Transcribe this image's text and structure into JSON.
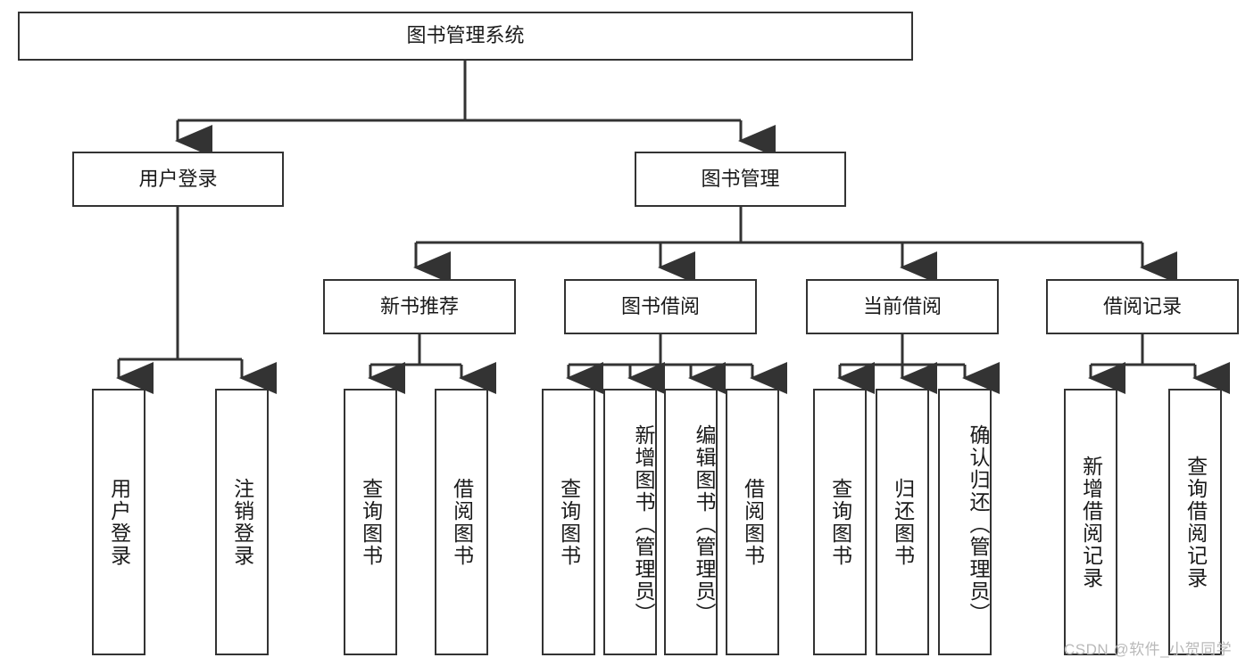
{
  "diagram": {
    "title": "图书管理系统",
    "type": "tree-hierarchy-chart",
    "levels": {
      "root": {
        "label": "图书管理系统"
      },
      "level2": [
        {
          "label": "用户登录"
        },
        {
          "label": "图书管理"
        }
      ],
      "level3": [
        {
          "label": "新书推荐"
        },
        {
          "label": "图书借阅"
        },
        {
          "label": "当前借阅"
        },
        {
          "label": "借阅记录"
        }
      ],
      "leaves": [
        {
          "label": "用户登录",
          "parent": "用户登录"
        },
        {
          "label": "注销登录",
          "parent": "用户登录"
        },
        {
          "label": "查询图书",
          "parent": "新书推荐"
        },
        {
          "label": "借阅图书",
          "parent": "新书推荐"
        },
        {
          "label": "查询图书",
          "parent": "图书借阅"
        },
        {
          "label": "新增图书（管理员）",
          "parent": "图书借阅"
        },
        {
          "label": "编辑图书（管理员）",
          "parent": "图书借阅"
        },
        {
          "label": "借阅图书",
          "parent": "图书借阅"
        },
        {
          "label": "查询图书",
          "parent": "当前借阅"
        },
        {
          "label": "归还图书",
          "parent": "当前借阅"
        },
        {
          "label": "确认归还（管理员）",
          "parent": "当前借阅"
        },
        {
          "label": "新增借阅记录",
          "parent": "借阅记录"
        },
        {
          "label": "查询借阅记录",
          "parent": "借阅记录"
        }
      ]
    },
    "colors": {
      "box_border": "#333333",
      "box_fill": "#ffffff",
      "connector": "#333333",
      "text": "#1a1a1a",
      "watermark": "#b9b9b9"
    }
  },
  "watermark": {
    "text": "CSDN @软件_小贺同学"
  }
}
